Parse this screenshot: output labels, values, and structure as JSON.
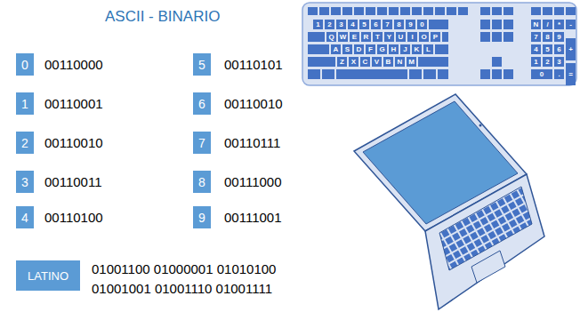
{
  "diagram": {
    "title": "ASCII - BINARIO",
    "nodes": [
      {
        "text": [
          "0"
        ]
      },
      {
        "text": [
          "1"
        ]
      },
      {
        "text": [
          "2"
        ]
      },
      {
        "text": [
          "3"
        ]
      },
      {
        "text": [
          "4"
        ]
      },
      {
        "text": [
          "5"
        ]
      },
      {
        "text": [
          "6"
        ]
      },
      {
        "text": [
          "7"
        ]
      },
      {
        "text": [
          "8"
        ]
      },
      {
        "text": [
          "9"
        ]
      },
      {
        "text": [
          "LATINO"
        ]
      }
    ],
    "labels": [
      "00110000",
      "00110001",
      "00110010",
      "00110011",
      "00110100",
      "00110101",
      "00110010",
      "00110111",
      "00111000",
      "00111001",
      "01001100 01000001 01010100 01001001 01001110 01001111",
      "1",
      "2",
      "3",
      "4",
      "5",
      "6",
      "7",
      "8",
      "9",
      "0",
      "Q",
      "W",
      "E",
      "R",
      "T",
      "Y",
      "U",
      "I",
      "O",
      "P",
      "A",
      "S",
      "D",
      "F",
      "G",
      "H",
      "J",
      "K",
      "L",
      "Z",
      "X",
      "C",
      "V",
      "B",
      "N",
      "M",
      "N",
      "/",
      "*",
      "-",
      "7",
      "8",
      "9",
      "+",
      "4",
      "5",
      "6",
      "1",
      "2",
      "3",
      "=",
      "0",
      "."
    ]
  }
}
